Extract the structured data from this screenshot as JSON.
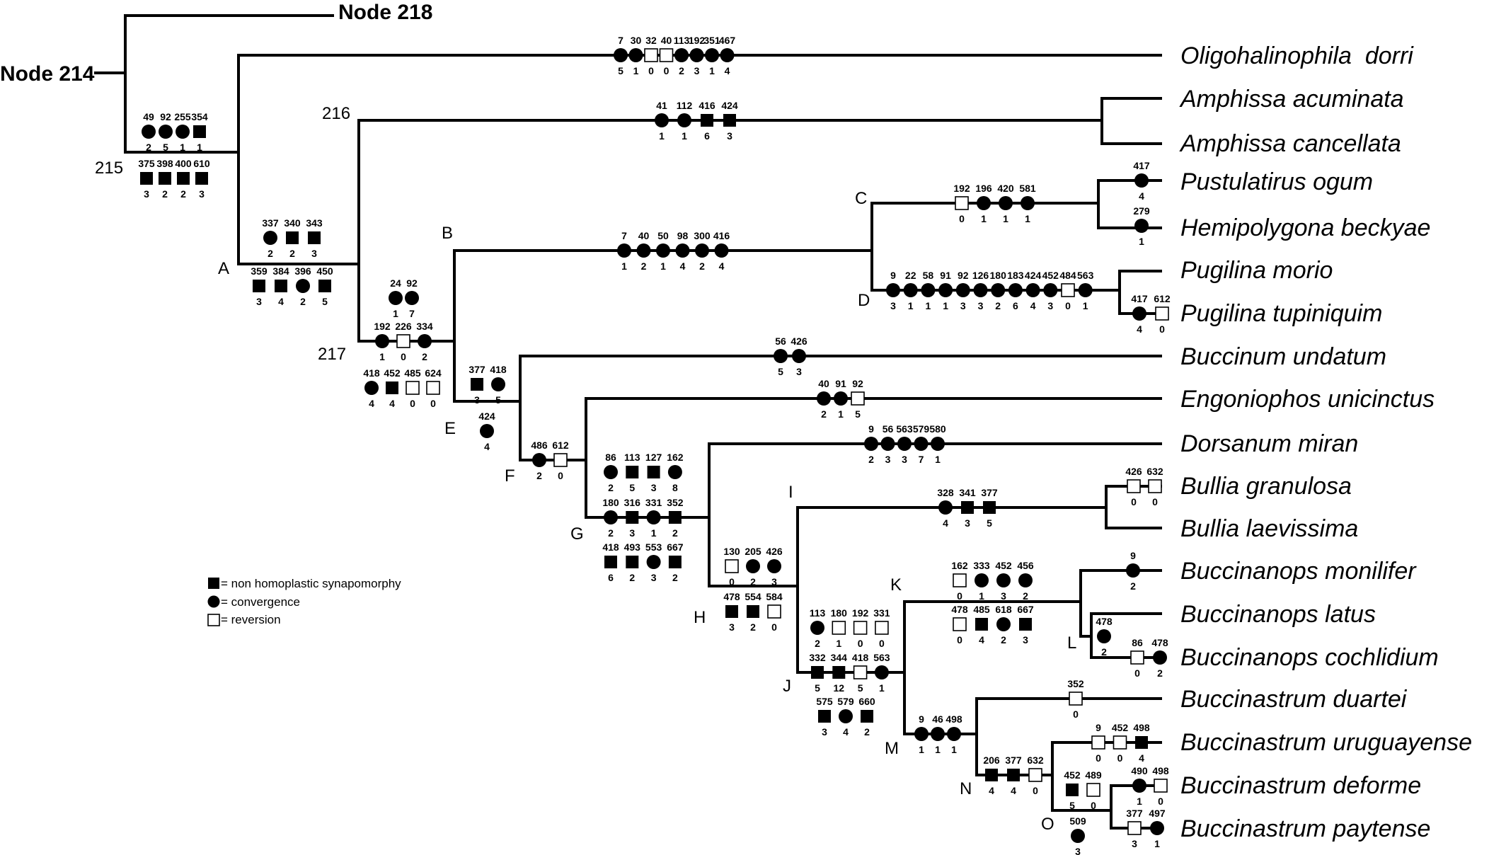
{
  "node_labels": {
    "n218": "Node 218",
    "n214": "Node 214",
    "n215": "215",
    "n216": "216",
    "n217": "217",
    "A": "A",
    "B": "B",
    "C": "C",
    "D": "D",
    "E": "E",
    "F": "F",
    "G": "G",
    "H": "H",
    "I": "I",
    "J": "J",
    "K": "K",
    "L": "L",
    "M": "M",
    "N": "N",
    "O": "O"
  },
  "taxa": [
    "Oligohalinophila  dorri",
    "Amphissa acuminata",
    "Amphissa cancellata",
    "Pustulatirus ogum",
    "Hemipolygona beckyae",
    "Pugilina morio",
    "Pugilina tupiniquim",
    "Buccinum undatum",
    "Engoniophos unicinctus",
    "Dorsanum miran",
    "Bullia granulosa",
    "Bullia laevissima",
    "Buccinanops monilifer",
    "Buccinanops latus",
    "Buccinanops cochlidium",
    "Buccinastrum duartei",
    "Buccinastrum uruguayense",
    "Buccinastrum deforme",
    "Buccinastrum paytense"
  ],
  "legend": {
    "square": "= non homoplastic synapomorphy",
    "circle": "= convergence",
    "open": "= reversion"
  },
  "characters": [
    {
      "id": "g1",
      "t": "c",
      "c": "7",
      "s": "5"
    },
    {
      "id": "g1",
      "t": "c",
      "c": "30",
      "s": "1"
    },
    {
      "id": "g1",
      "t": "o",
      "c": "32",
      "s": "0"
    },
    {
      "id": "g1",
      "t": "o",
      "c": "40",
      "s": "0"
    },
    {
      "id": "g1",
      "t": "c",
      "c": "113",
      "s": "2"
    },
    {
      "id": "g1",
      "t": "c",
      "c": "192",
      "s": "3"
    },
    {
      "id": "g1",
      "t": "c",
      "c": "351",
      "s": "1"
    },
    {
      "id": "g1",
      "t": "c",
      "c": "467",
      "s": "4"
    },
    {
      "id": "g2",
      "t": "c",
      "c": "41",
      "s": "1"
    },
    {
      "id": "g2",
      "t": "c",
      "c": "112",
      "s": "1"
    },
    {
      "id": "g2",
      "t": "s",
      "c": "416",
      "s": "6"
    },
    {
      "id": "g2",
      "t": "s",
      "c": "424",
      "s": "3"
    },
    {
      "id": "g3",
      "t": "c",
      "c": "49",
      "s": "2"
    },
    {
      "id": "g3",
      "t": "c",
      "c": "92",
      "s": "5"
    },
    {
      "id": "g3",
      "t": "c",
      "c": "255",
      "s": "1"
    },
    {
      "id": "g3",
      "t": "s",
      "c": "354",
      "s": "1"
    },
    {
      "id": "g4",
      "t": "s",
      "c": "375",
      "s": "3"
    },
    {
      "id": "g4",
      "t": "s",
      "c": "398",
      "s": "2"
    },
    {
      "id": "g4",
      "t": "s",
      "c": "400",
      "s": "2"
    },
    {
      "id": "g4",
      "t": "s",
      "c": "610",
      "s": "3"
    },
    {
      "id": "g5",
      "t": "c",
      "c": "337",
      "s": "2"
    },
    {
      "id": "g5",
      "t": "s",
      "c": "340",
      "s": "2"
    },
    {
      "id": "g5",
      "t": "s",
      "c": "343",
      "s": "3"
    },
    {
      "id": "g6",
      "t": "s",
      "c": "359",
      "s": "3"
    },
    {
      "id": "g6",
      "t": "s",
      "c": "384",
      "s": "4"
    },
    {
      "id": "g6",
      "t": "c",
      "c": "396",
      "s": "2"
    },
    {
      "id": "g6",
      "t": "s",
      "c": "450",
      "s": "5"
    },
    {
      "id": "g7",
      "t": "c",
      "c": "24",
      "s": "1"
    },
    {
      "id": "g7",
      "t": "c",
      "c": "92",
      "s": "7"
    },
    {
      "id": "g8",
      "t": "c",
      "c": "192",
      "s": "1"
    },
    {
      "id": "g8",
      "t": "o",
      "c": "226",
      "s": "0"
    },
    {
      "id": "g8",
      "t": "c",
      "c": "334",
      "s": "2"
    },
    {
      "id": "g9",
      "t": "c",
      "c": "418",
      "s": "4"
    },
    {
      "id": "g9",
      "t": "s",
      "c": "452",
      "s": "4"
    },
    {
      "id": "g9",
      "t": "o",
      "c": "485",
      "s": "0"
    },
    {
      "id": "g9",
      "t": "o",
      "c": "624",
      "s": "0"
    },
    {
      "id": "g10",
      "t": "c",
      "c": "7",
      "s": "1"
    },
    {
      "id": "g10",
      "t": "c",
      "c": "40",
      "s": "2"
    },
    {
      "id": "g10",
      "t": "c",
      "c": "50",
      "s": "1"
    },
    {
      "id": "g10",
      "t": "c",
      "c": "98",
      "s": "4"
    },
    {
      "id": "g10",
      "t": "c",
      "c": "300",
      "s": "2"
    },
    {
      "id": "g10",
      "t": "c",
      "c": "416",
      "s": "4"
    },
    {
      "id": "g11",
      "t": "o",
      "c": "192",
      "s": "0"
    },
    {
      "id": "g11",
      "t": "c",
      "c": "196",
      "s": "1"
    },
    {
      "id": "g11",
      "t": "c",
      "c": "420",
      "s": "1"
    },
    {
      "id": "g11",
      "t": "c",
      "c": "581",
      "s": "1"
    },
    {
      "id": "g12",
      "t": "c",
      "c": "417",
      "s": "4"
    },
    {
      "id": "g13",
      "t": "c",
      "c": "279",
      "s": "1"
    },
    {
      "id": "g14",
      "t": "c",
      "c": "9",
      "s": "3"
    },
    {
      "id": "g14",
      "t": "c",
      "c": "22",
      "s": "1"
    },
    {
      "id": "g14",
      "t": "c",
      "c": "58",
      "s": "1"
    },
    {
      "id": "g14",
      "t": "c",
      "c": "91",
      "s": "1"
    },
    {
      "id": "g14",
      "t": "c",
      "c": "92",
      "s": "3"
    },
    {
      "id": "g14",
      "t": "c",
      "c": "126",
      "s": "3"
    },
    {
      "id": "g14",
      "t": "c",
      "c": "180",
      "s": "2"
    },
    {
      "id": "g14",
      "t": "c",
      "c": "183",
      "s": "6"
    },
    {
      "id": "g14",
      "t": "c",
      "c": "424",
      "s": "4"
    },
    {
      "id": "g14",
      "t": "c",
      "c": "452",
      "s": "3"
    },
    {
      "id": "g14",
      "t": "o",
      "c": "484",
      "s": "0"
    },
    {
      "id": "g14",
      "t": "c",
      "c": "563",
      "s": "1"
    },
    {
      "id": "g15",
      "t": "c",
      "c": "417",
      "s": "4"
    },
    {
      "id": "g15",
      "t": "o",
      "c": "612",
      "s": "0"
    },
    {
      "id": "g16",
      "t": "s",
      "c": "377",
      "s": "3"
    },
    {
      "id": "g16",
      "t": "c",
      "c": "418",
      "s": "5"
    },
    {
      "id": "g17",
      "t": "c",
      "c": "424",
      "s": "4"
    },
    {
      "id": "g18",
      "t": "c",
      "c": "56",
      "s": "5"
    },
    {
      "id": "g18",
      "t": "c",
      "c": "426",
      "s": "3"
    },
    {
      "id": "g19",
      "t": "c",
      "c": "486",
      "s": "2"
    },
    {
      "id": "g19",
      "t": "o",
      "c": "612",
      "s": "0"
    },
    {
      "id": "g20",
      "t": "c",
      "c": "40",
      "s": "2"
    },
    {
      "id": "g20",
      "t": "c",
      "c": "91",
      "s": "1"
    },
    {
      "id": "g20",
      "t": "o",
      "c": "92",
      "s": "5"
    },
    {
      "id": "g21",
      "t": "c",
      "c": "86",
      "s": "2"
    },
    {
      "id": "g21",
      "t": "s",
      "c": "113",
      "s": "5"
    },
    {
      "id": "g21",
      "t": "s",
      "c": "127",
      "s": "3"
    },
    {
      "id": "g21",
      "t": "c",
      "c": "162",
      "s": "8"
    },
    {
      "id": "g22",
      "t": "c",
      "c": "180",
      "s": "2"
    },
    {
      "id": "g22",
      "t": "s",
      "c": "316",
      "s": "3"
    },
    {
      "id": "g22",
      "t": "c",
      "c": "331",
      "s": "1"
    },
    {
      "id": "g22",
      "t": "s",
      "c": "352",
      "s": "2"
    },
    {
      "id": "g23",
      "t": "s",
      "c": "418",
      "s": "6"
    },
    {
      "id": "g23",
      "t": "s",
      "c": "493",
      "s": "2"
    },
    {
      "id": "g23",
      "t": "c",
      "c": "553",
      "s": "3"
    },
    {
      "id": "g23",
      "t": "s",
      "c": "667",
      "s": "2"
    },
    {
      "id": "g24",
      "t": "c",
      "c": "9",
      "s": "2"
    },
    {
      "id": "g24",
      "t": "c",
      "c": "56",
      "s": "3"
    },
    {
      "id": "g24",
      "t": "c",
      "c": "563",
      "s": "3"
    },
    {
      "id": "g24",
      "t": "c",
      "c": "579",
      "s": "7"
    },
    {
      "id": "g24",
      "t": "c",
      "c": "580",
      "s": "1"
    },
    {
      "id": "g25",
      "t": "c",
      "c": "328",
      "s": "4"
    },
    {
      "id": "g25",
      "t": "s",
      "c": "341",
      "s": "3"
    },
    {
      "id": "g25",
      "t": "s",
      "c": "377",
      "s": "5"
    },
    {
      "id": "g26",
      "t": "o",
      "c": "426",
      "s": "0"
    },
    {
      "id": "g26",
      "t": "o",
      "c": "632",
      "s": "0"
    },
    {
      "id": "g27",
      "t": "o",
      "c": "130",
      "s": "0"
    },
    {
      "id": "g27",
      "t": "c",
      "c": "205",
      "s": "2"
    },
    {
      "id": "g27",
      "t": "c",
      "c": "426",
      "s": "3"
    },
    {
      "id": "g28",
      "t": "s",
      "c": "478",
      "s": "3"
    },
    {
      "id": "g28",
      "t": "s",
      "c": "554",
      "s": "2"
    },
    {
      "id": "g28",
      "t": "o",
      "c": "584",
      "s": "0"
    },
    {
      "id": "g29",
      "t": "o",
      "c": "162",
      "s": "0"
    },
    {
      "id": "g29",
      "t": "c",
      "c": "333",
      "s": "1"
    },
    {
      "id": "g29",
      "t": "c",
      "c": "452",
      "s": "3"
    },
    {
      "id": "g29",
      "t": "c",
      "c": "456",
      "s": "2"
    },
    {
      "id": "g30",
      "t": "o",
      "c": "478",
      "s": "0"
    },
    {
      "id": "g30",
      "t": "s",
      "c": "485",
      "s": "4"
    },
    {
      "id": "g30",
      "t": "c",
      "c": "618",
      "s": "2"
    },
    {
      "id": "g30",
      "t": "s",
      "c": "667",
      "s": "3"
    },
    {
      "id": "g31",
      "t": "c",
      "c": "9",
      "s": "2"
    },
    {
      "id": "g32",
      "t": "c",
      "c": "478",
      "s": "2"
    },
    {
      "id": "g33",
      "t": "o",
      "c": "86",
      "s": "0"
    },
    {
      "id": "g33",
      "t": "c",
      "c": "478",
      "s": "2"
    },
    {
      "id": "g34",
      "t": "c",
      "c": "113",
      "s": "2"
    },
    {
      "id": "g34",
      "t": "o",
      "c": "180",
      "s": "1"
    },
    {
      "id": "g34",
      "t": "o",
      "c": "192",
      "s": "0"
    },
    {
      "id": "g34",
      "t": "o",
      "c": "331",
      "s": "0"
    },
    {
      "id": "g35",
      "t": "s",
      "c": "332",
      "s": "5"
    },
    {
      "id": "g35",
      "t": "s",
      "c": "344",
      "s": "12"
    },
    {
      "id": "g35",
      "t": "o",
      "c": "418",
      "s": "5"
    },
    {
      "id": "g35",
      "t": "c",
      "c": "563",
      "s": "1"
    },
    {
      "id": "g36",
      "t": "s",
      "c": "575",
      "s": "3"
    },
    {
      "id": "g36",
      "t": "c",
      "c": "579",
      "s": "4"
    },
    {
      "id": "g36",
      "t": "s",
      "c": "660",
      "s": "2"
    },
    {
      "id": "g37",
      "t": "o",
      "c": "352",
      "s": "0"
    },
    {
      "id": "g38",
      "t": "c",
      "c": "9",
      "s": "1"
    },
    {
      "id": "g38",
      "t": "c",
      "c": "46",
      "s": "1"
    },
    {
      "id": "g38",
      "t": "c",
      "c": "498",
      "s": "1"
    },
    {
      "id": "g39",
      "t": "o",
      "c": "9",
      "s": "0"
    },
    {
      "id": "g39",
      "t": "o",
      "c": "452",
      "s": "0"
    },
    {
      "id": "g39",
      "t": "s",
      "c": "498",
      "s": "4"
    },
    {
      "id": "g40",
      "t": "s",
      "c": "206",
      "s": "4"
    },
    {
      "id": "g40",
      "t": "s",
      "c": "377",
      "s": "4"
    },
    {
      "id": "g40",
      "t": "o",
      "c": "632",
      "s": "0"
    },
    {
      "id": "g41",
      "t": "s",
      "c": "452",
      "s": "5"
    },
    {
      "id": "g41",
      "t": "o",
      "c": "489",
      "s": "0"
    },
    {
      "id": "g42",
      "t": "c",
      "c": "509",
      "s": "3"
    },
    {
      "id": "g43",
      "t": "c",
      "c": "490",
      "s": "1"
    },
    {
      "id": "g43",
      "t": "o",
      "c": "498",
      "s": "0"
    },
    {
      "id": "g44",
      "t": "o",
      "c": "377",
      "s": "3"
    },
    {
      "id": "g44",
      "t": "c",
      "c": "497",
      "s": "1"
    }
  ]
}
